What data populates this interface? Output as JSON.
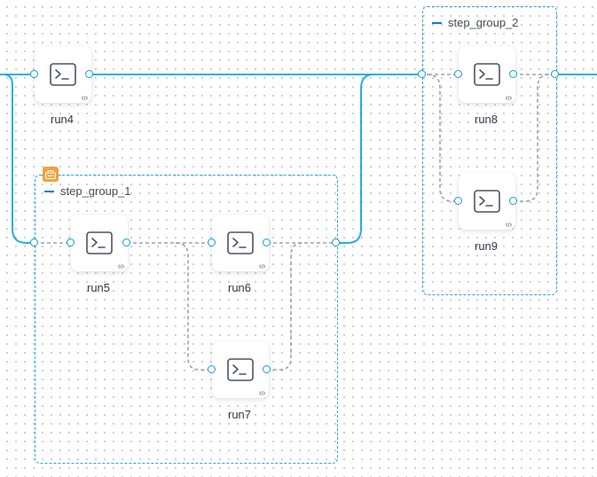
{
  "groups": {
    "step_group_1": {
      "label": "step_group_1"
    },
    "step_group_2": {
      "label": "step_group_2"
    }
  },
  "nodes": {
    "run4": {
      "label": "run4"
    },
    "run5": {
      "label": "run5"
    },
    "run6": {
      "label": "run6"
    },
    "run7": {
      "label": "run7"
    },
    "run8": {
      "label": "run8"
    },
    "run9": {
      "label": "run9"
    }
  },
  "icons": {
    "node_icon": "terminal-icon",
    "node_corner_icon": "code-icon",
    "group_badge_icon": "conditional-badge-icon",
    "group_toggle_icon": "collapse-icon"
  },
  "colors": {
    "main_wire": "#23b0e0",
    "dashed_wire": "#9ea1ad",
    "group_border": "#2aa7d6",
    "port_border": "#1b9ad9",
    "badge": "#f2a13a"
  }
}
